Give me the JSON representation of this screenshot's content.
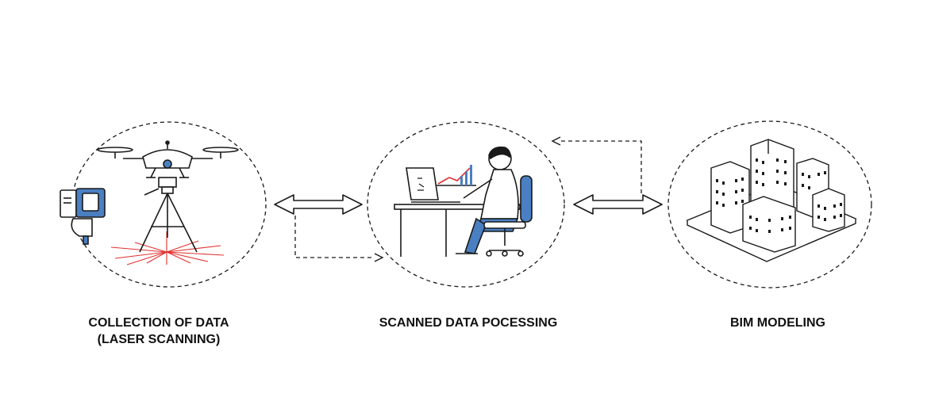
{
  "stages": [
    {
      "line1": "COLLECTION OF DATA",
      "line2": "(LASER SCANNING)"
    },
    {
      "line1": "SCANNED DATA POCESSING",
      "line2": ""
    },
    {
      "line1": "BIM MODELING",
      "line2": ""
    }
  ],
  "colors": {
    "ink": "#1a1a1a",
    "accent_blue": "#4a7fc1",
    "laser_red": "#e0312f",
    "background": "#ffffff"
  },
  "icons": [
    "drone-icon",
    "handheld-scanner-icon",
    "tripod-scanner-icon",
    "laser-beams-icon",
    "person-at-computer-icon",
    "chart-icon",
    "office-chair-icon",
    "buildings-icon"
  ]
}
